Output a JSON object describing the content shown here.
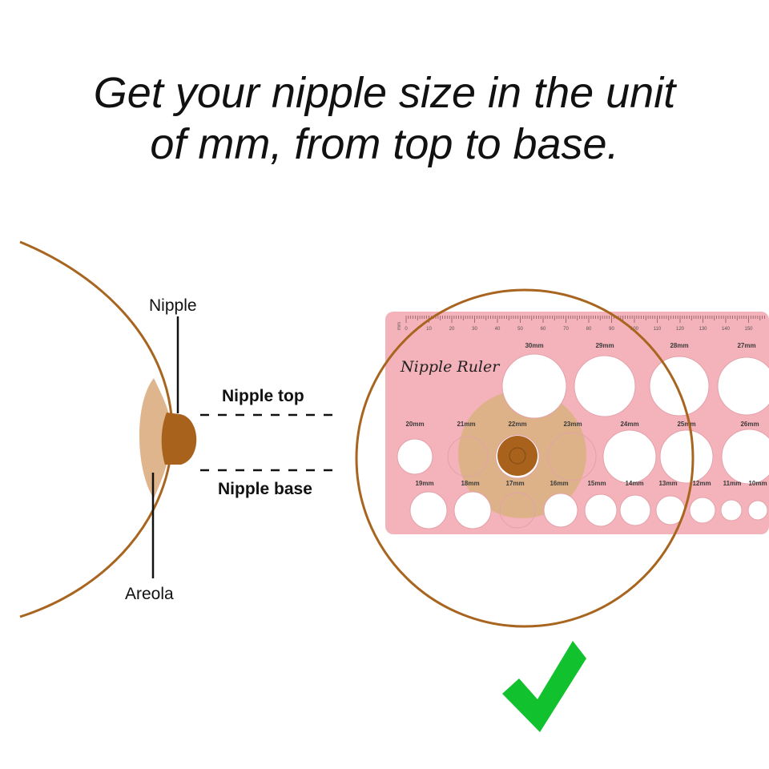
{
  "headline": {
    "line1": "Get your nipple size in the unit",
    "line2": "of mm, from top to base."
  },
  "labels": {
    "nipple": "Nipple",
    "areola": "Areola",
    "nipple_top": "Nipple top",
    "nipple_base": "Nipple base"
  },
  "ruler": {
    "brand": "Nipple Ruler",
    "scale_unit": "mm",
    "scale_numbers": [
      "0",
      "10",
      "20",
      "30",
      "40",
      "50",
      "60",
      "70",
      "80",
      "90",
      "100",
      "110",
      "120",
      "130",
      "140",
      "150"
    ],
    "row1": [
      "30mm",
      "29mm",
      "28mm",
      "27mm"
    ],
    "row2": [
      "20mm",
      "21mm",
      "22mm",
      "23mm",
      "24mm",
      "25mm",
      "26mm"
    ],
    "row3": [
      "19mm",
      "18mm",
      "17mm",
      "16mm",
      "15mm",
      "14mm",
      "13mm",
      "12mm",
      "11mm",
      "10mm"
    ]
  },
  "icons": {
    "check": "green-check-icon"
  },
  "colors": {
    "outline": "#a8651f",
    "areola": "#ddb187",
    "nipple": "#a9621c",
    "ruler": "#f4b2ba",
    "check": "#12c12e"
  }
}
